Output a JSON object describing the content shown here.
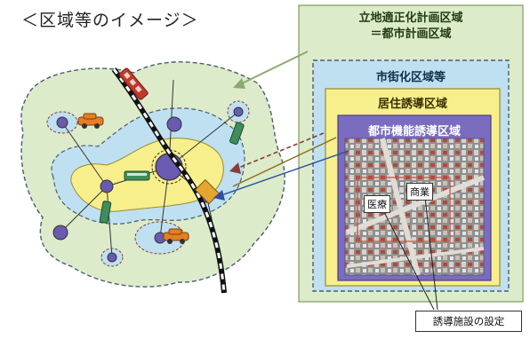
{
  "heading": "＜区域等のイメージ＞",
  "zones": {
    "location_line1": "立地適正化計画区域",
    "location_line2": "＝都市計画区域",
    "urbanization": "市街化区域等",
    "residence_induction": "居住誘導区域",
    "urban_function_induction": "都市機能誘導区域"
  },
  "facilities": {
    "medical": "医療",
    "commerce": "商業"
  },
  "callout": "誘導施設の設定",
  "colors": {
    "location_zone": "#dcebc9",
    "urbanization_zone": "#bfe0f0",
    "residence_zone": "#f7ef8c",
    "function_zone": "#7a6cbf",
    "railway": "#111111",
    "landmass": "#dcebc9"
  }
}
